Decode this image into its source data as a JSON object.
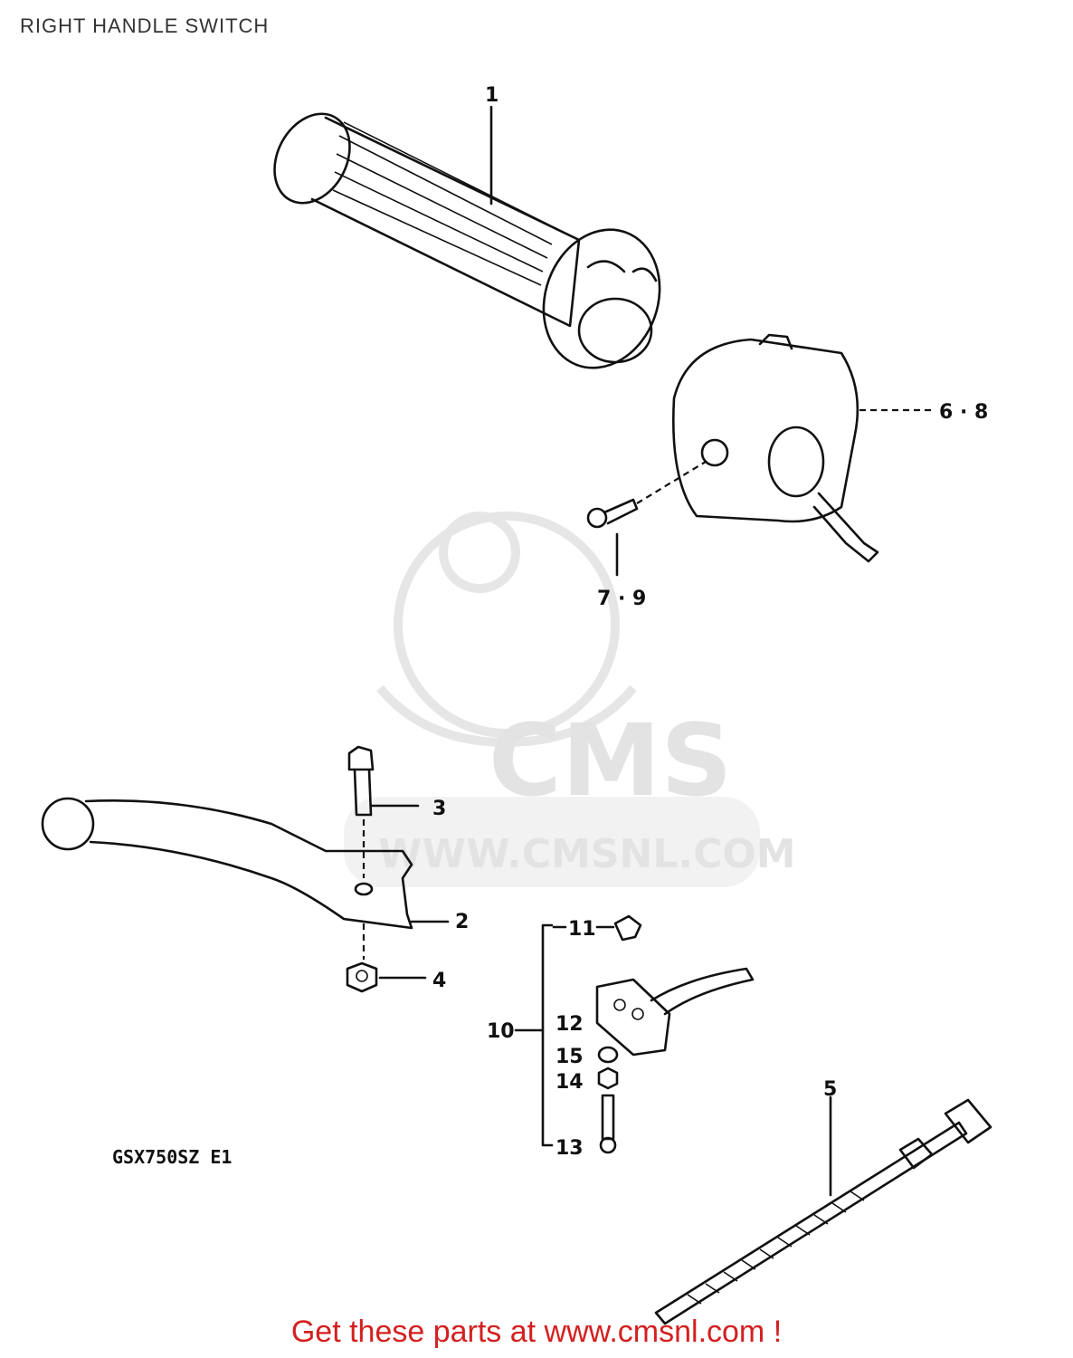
{
  "title": "RIGHT HANDLE SWITCH",
  "model_code": "GSX750SZ E1",
  "footer": "Get these parts at www.cmsnl.com !",
  "watermark": {
    "brand": "CMS",
    "url": "WWW.CMSNL.COM"
  },
  "callouts": {
    "c1": "1",
    "c2": "2",
    "c3": "3",
    "c4": "4",
    "c5": "5",
    "c6_8": "6 · 8",
    "c7_9": "7 · 9",
    "c10": "10",
    "c11": "11",
    "c12": "12",
    "c13": "13",
    "c14": "14",
    "c15": "15"
  },
  "colors": {
    "footer": "#d42020",
    "line": "#111111",
    "watermark": "#e3e3e3"
  }
}
